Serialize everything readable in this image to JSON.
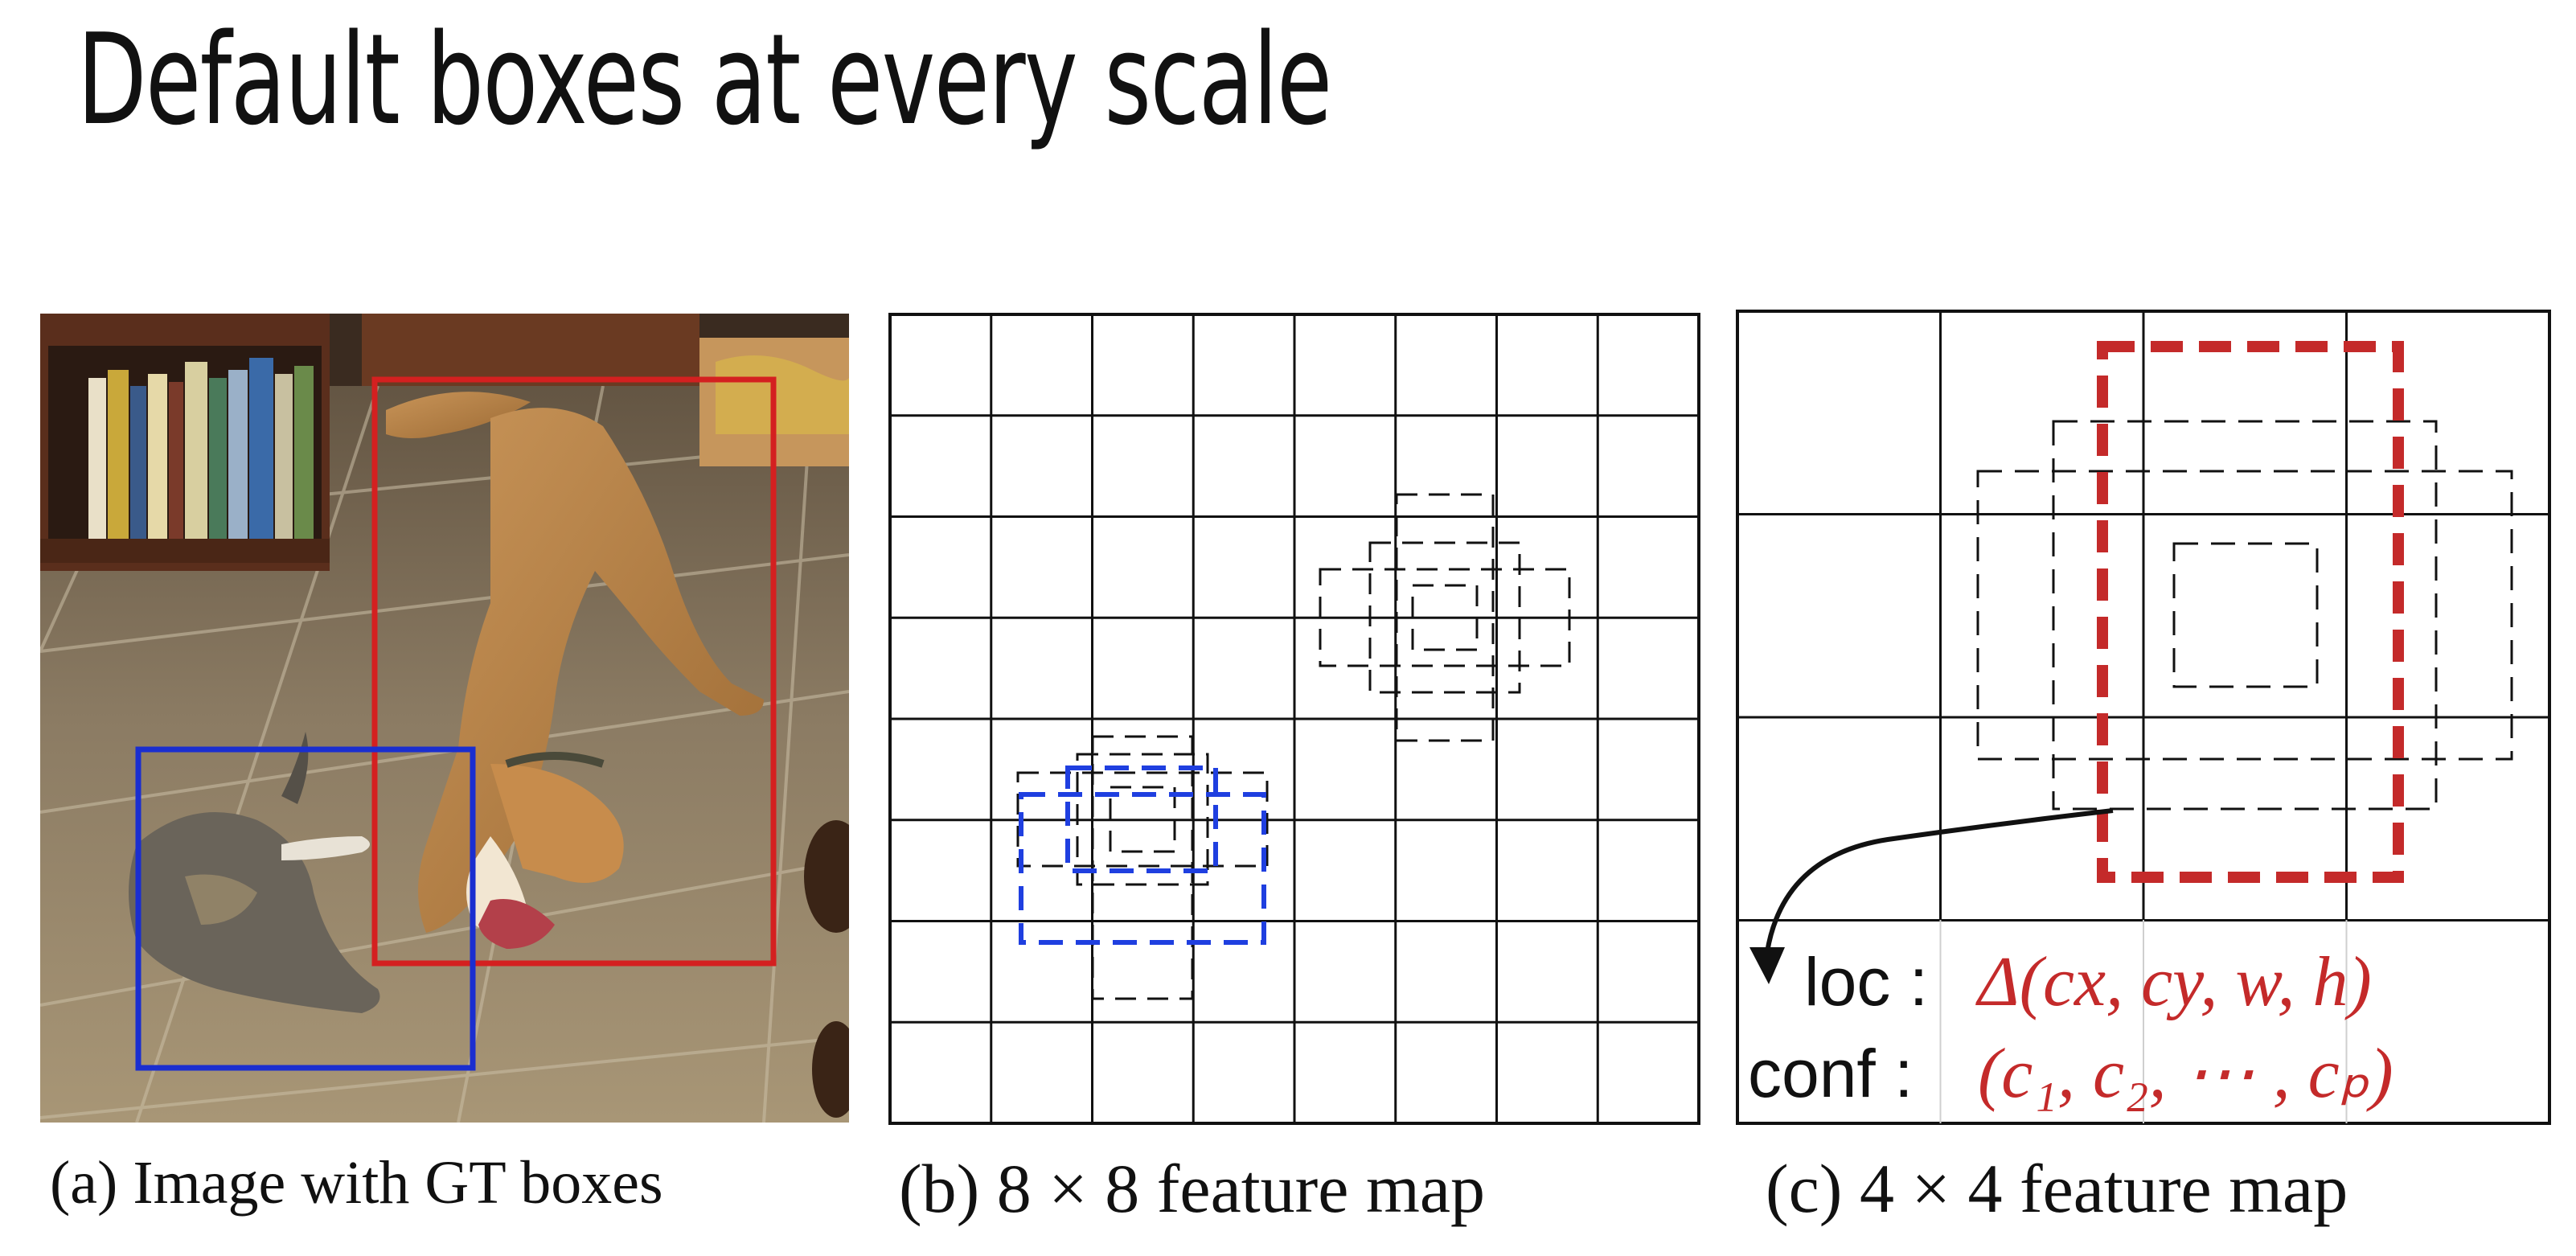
{
  "slide": {
    "title": "Default boxes at every scale"
  },
  "colors": {
    "gt_dog": "#d42020",
    "gt_cat": "#1a2ed0",
    "match_blue": "#1f3fe0",
    "match_red": "#c42a2a",
    "grid": "#111111",
    "formula_red": "#c42a2a"
  },
  "panels": {
    "a": {
      "caption": "(a) Image with GT boxes",
      "image": "photo of a dog and a cat on a tiled floor",
      "boxes": [
        "dog",
        "cat"
      ]
    },
    "b": {
      "caption": "(b) 8 × 8 feature map",
      "grid_size": 8
    },
    "c": {
      "caption": "(c) 4 × 4 feature map",
      "grid_size": 4,
      "loc_label": "loc :",
      "loc_formula": "Δ(cx, cy, w, h)",
      "conf_label": "conf :",
      "conf_formula": "(c₁, c₂, ⋯ , cₚ)"
    }
  }
}
